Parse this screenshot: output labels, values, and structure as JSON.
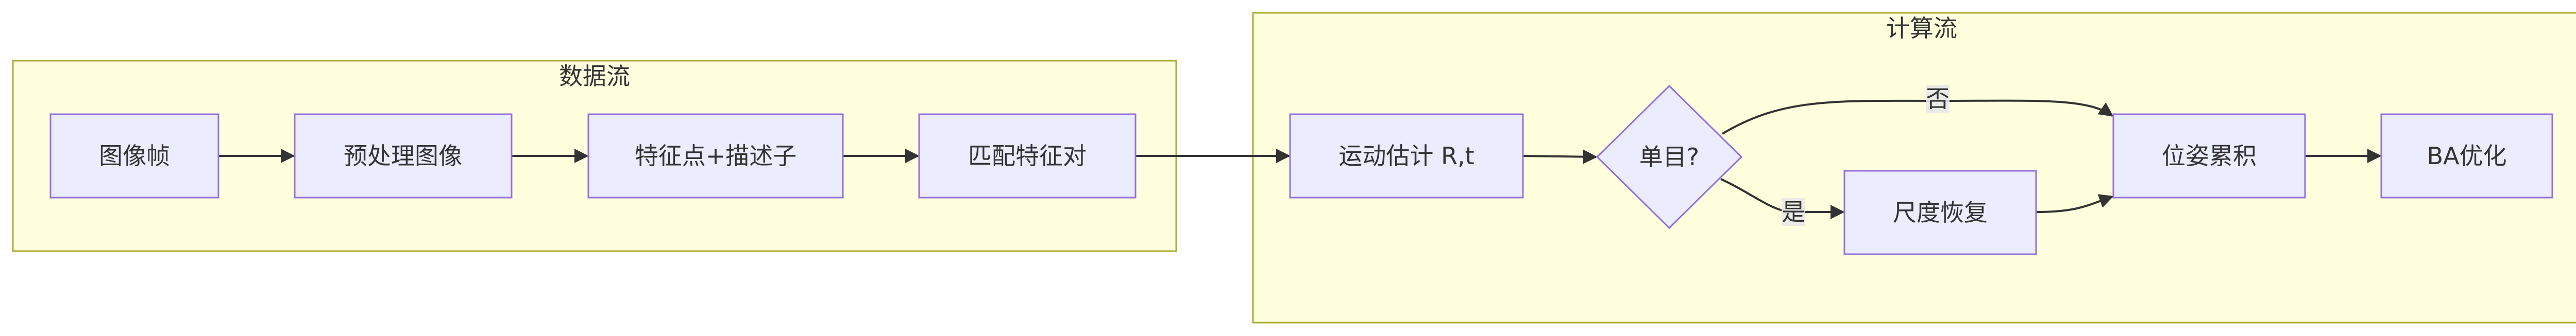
{
  "clusters": {
    "data_flow": {
      "title": "数据流"
    },
    "compute_flow": {
      "title": "计算流"
    }
  },
  "nodes": {
    "image_frame": "图像帧",
    "preprocess": "预处理图像",
    "features": "特征点+描述子",
    "match": "匹配特征对",
    "motion": "运动估计 R,t",
    "mono": "单目?",
    "scale": "尺度恢复",
    "pose": "位姿累积",
    "ba": "BA优化"
  },
  "edges": {
    "no_label": "否",
    "yes_label": "是"
  },
  "colors": {
    "cluster_fill": "#ffffde",
    "cluster_stroke": "#aaaa33",
    "node_fill": "#ececff",
    "node_stroke": "#9370db",
    "edge": "#333333"
  }
}
